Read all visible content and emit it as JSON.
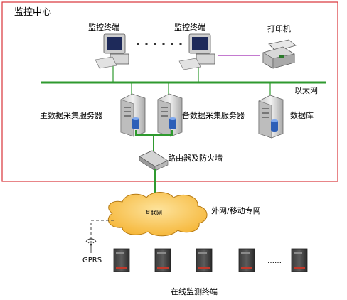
{
  "monitoring_center": {
    "title": "监控中心",
    "terminals": [
      "监控终端",
      "监控终端"
    ],
    "printer": "打印机",
    "ethernet": "以太网",
    "primary_server": "主数据采集服务器",
    "backup_server": "备数据采集服务器",
    "database": "数据库",
    "router": "路由器及防火墙"
  },
  "network": {
    "cloud": "互联网",
    "label": "外网/移动专网"
  },
  "field": {
    "gprs": "GPRS",
    "ellipsis": "……",
    "caption": "在线监测终端"
  },
  "colors": {
    "frame": "#d9343a",
    "lan": "#2f9a2f",
    "printer_link": "#b04fc0",
    "cloud_fill": "#f9c45a",
    "cloud_stroke": "#b67a12"
  }
}
